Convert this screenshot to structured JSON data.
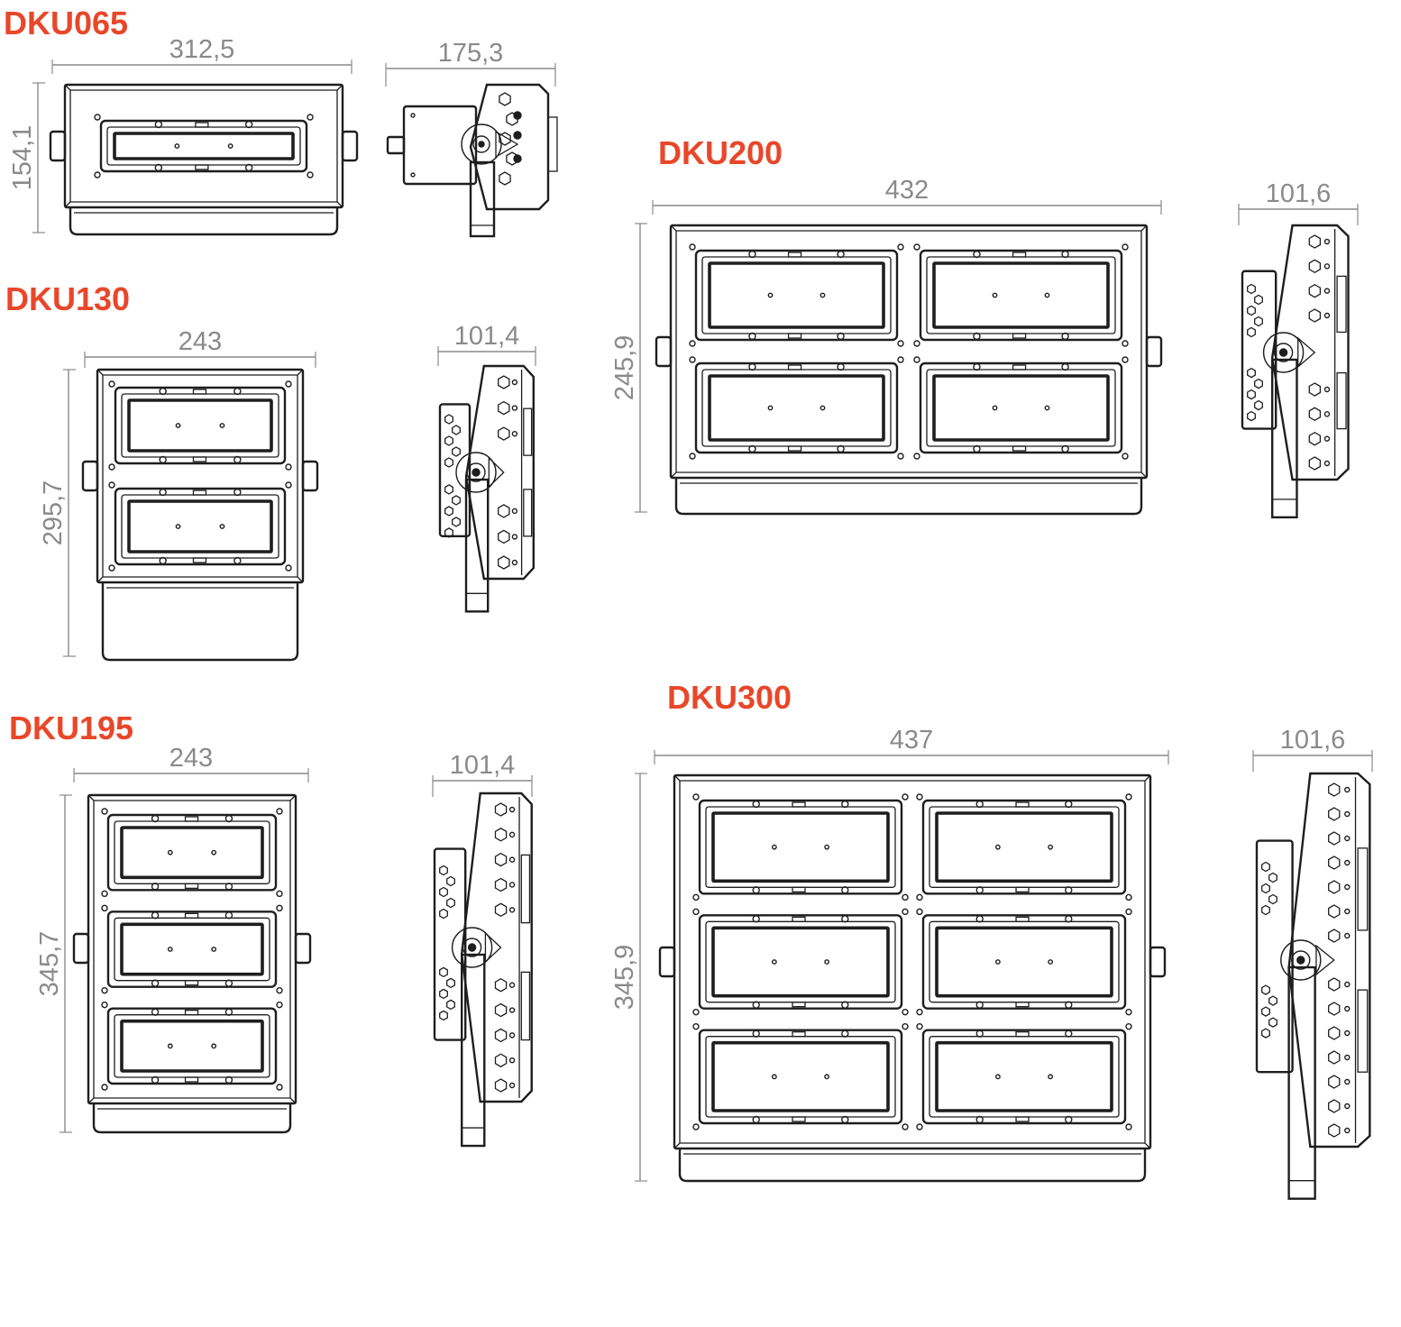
{
  "colors": {
    "title": "#e8472a",
    "dimension": "#8a8a8a",
    "drawing": "#1e1e1e"
  },
  "models": [
    {
      "key": "dku065",
      "name": "DKU065",
      "front": {
        "width": "312,5",
        "height": "154,1"
      },
      "side": {
        "depth": "175,3"
      }
    },
    {
      "key": "dku130",
      "name": "DKU130",
      "front": {
        "width": "243",
        "height": "295,7"
      },
      "side": {
        "depth": "101,4"
      }
    },
    {
      "key": "dku195",
      "name": "DKU195",
      "front": {
        "width": "243",
        "height": "345,7"
      },
      "side": {
        "depth": "101,4"
      }
    },
    {
      "key": "dku200",
      "name": "DKU200",
      "front": {
        "width": "432",
        "height": "245,9"
      },
      "side": {
        "depth": "101,6"
      }
    },
    {
      "key": "dku300",
      "name": "DKU300",
      "front": {
        "width": "437",
        "height": "345,9"
      },
      "side": {
        "depth": "101,6"
      }
    }
  ]
}
